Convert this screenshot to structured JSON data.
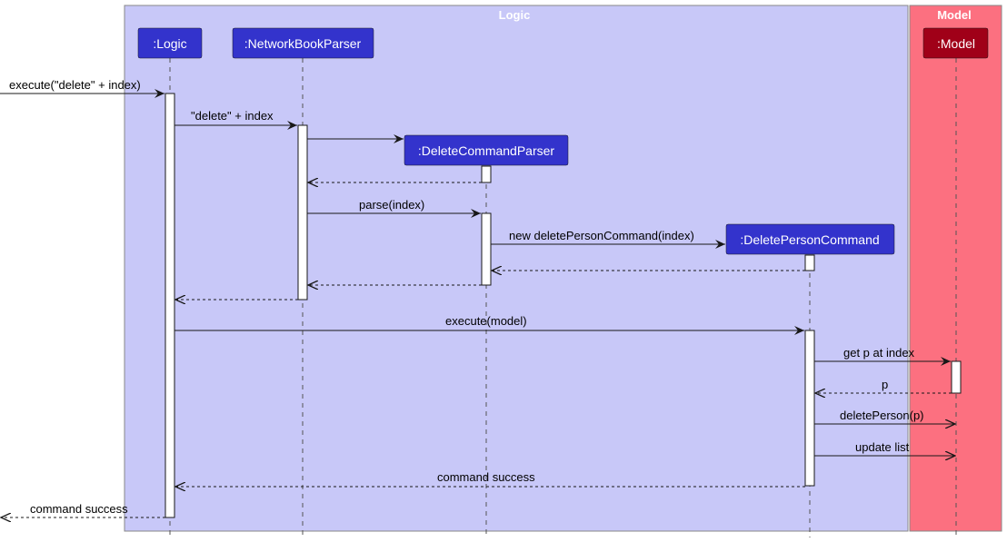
{
  "groups": {
    "logic": {
      "title": "Logic",
      "color": "#c8c8f8"
    },
    "model": {
      "title": "Model",
      "color": "#fc7080"
    }
  },
  "participants": {
    "logic": ":Logic",
    "parser": ":NetworkBookParser",
    "delete_parser": ":DeleteCommandParser",
    "delete_command": ":DeletePersonCommand",
    "model": ":Model"
  },
  "messages": {
    "m1": "execute(\"delete\" + index)",
    "m2": "\"delete\" + index",
    "m3": "parse(index)",
    "m4": "new deletePersonCommand(index)",
    "m5": "execute(model)",
    "m6": "get p at index",
    "m7": "p",
    "m8": "deletePerson(p)",
    "m9": "update list",
    "m10": "command success",
    "m11": "command success"
  },
  "colors": {
    "participant_blue": "#3333cc",
    "participant_red": "#a00018"
  }
}
